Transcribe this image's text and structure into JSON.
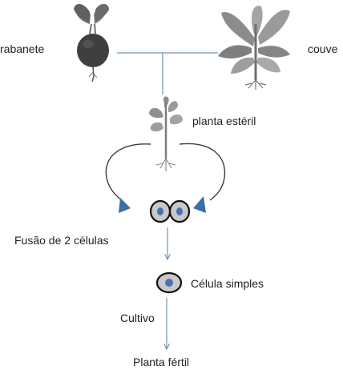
{
  "labels": {
    "radish": "rabanete",
    "cabbage": "couve",
    "sterile_plant": "planta estéril",
    "fusion": "Fusão de 2 células",
    "single_cell": "Célula simples",
    "cultivation": "Cultivo",
    "fertile_plant": "Planta fértil"
  },
  "colors": {
    "connector": "#6f95b8",
    "arrowhead": "#3a6ea5",
    "cell_fill": "#c9c9c9",
    "nucleus": "#4a72b0",
    "loop": "#3b3b3b"
  },
  "icons": {
    "radish": "radish-icon",
    "cabbage": "cabbage-icon",
    "sterile_plant": "sterile-plant-icon",
    "fused_cells": "fused-cells-icon",
    "single_cell": "single-cell-icon"
  }
}
